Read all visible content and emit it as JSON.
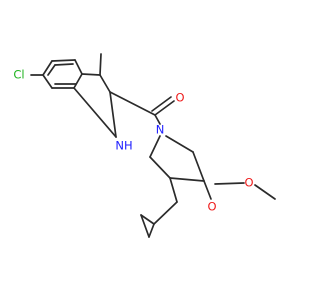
{
  "molecule": {
    "atom_labels": {
      "cl": "Cl",
      "nh": "NH",
      "o_ketone": "O",
      "n_pip": "N",
      "o_carbonyl": "O",
      "o_ester": "O"
    },
    "colors": {
      "bond": "#2b2b2b",
      "chlorine": "#1fb31f",
      "nitrogen": "#2020ff",
      "oxygen": "#ee1c1c"
    }
  }
}
